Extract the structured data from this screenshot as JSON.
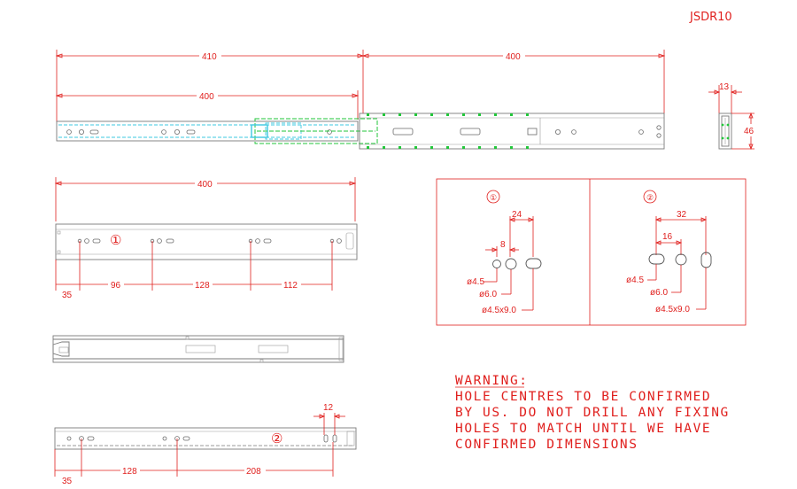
{
  "drawing": {
    "code": "JSDR10",
    "top_view": {
      "closed_length": "410",
      "extension": "400",
      "inner_length": "400"
    },
    "side_view": {
      "width": "13",
      "height": "46"
    },
    "member1": {
      "marker": "①",
      "overall": "400",
      "spacings": [
        "35",
        "96",
        "128",
        "112"
      ]
    },
    "member2": {
      "marker": "②",
      "spacings": [
        "35",
        "128",
        "208"
      ],
      "slot_gap": "12"
    },
    "detail1": {
      "marker": "①",
      "dim_outer": "24",
      "dim_inner": "8",
      "hole_small": "ø4.5",
      "hole_large": "ø6.0",
      "slot": "ø4.5x9.0"
    },
    "detail2": {
      "marker": "②",
      "dim_outer": "32",
      "dim_inner": "16",
      "hole_small": "ø4.5",
      "hole_large": "ø6.0",
      "slot": "ø4.5x9.0"
    },
    "warning": {
      "heading": "WARNING:",
      "lines": [
        "HOLE CENTRES TO BE CONFIRMED",
        "BY US. DO NOT DRILL ANY FIXING",
        "HOLES TO MATCH UNTIL WE HAVE",
        "CONFIRMED DIMENSIONS"
      ]
    }
  },
  "colors": {
    "dimension": "#e0201e",
    "part": "#7a7a7a",
    "hidden_inner": "#3cc8e0",
    "ball_cage": "#22c63a"
  }
}
